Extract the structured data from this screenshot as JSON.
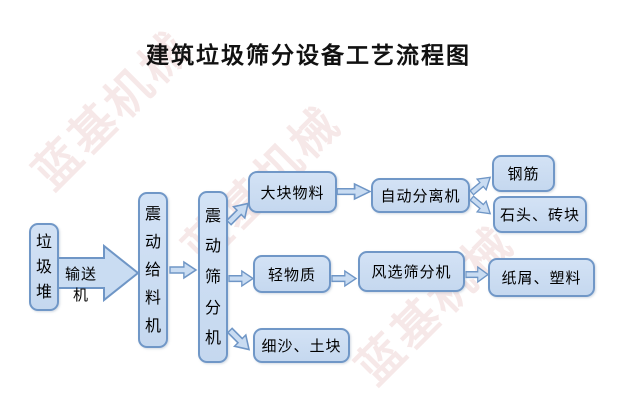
{
  "title": "建筑垃圾筛分设备工艺流程图",
  "watermark": {
    "text": "蓝基机械"
  },
  "colors": {
    "box_fill": "#c9dcf2",
    "box_border": "#7097c7",
    "watermark_pink": "#d69694",
    "background": "#ffffff"
  },
  "conveyor_arrow_label": "输送机",
  "nodes": {
    "waste_pile": "垃圾堆",
    "vibrating_feeder": "震动给料机",
    "vibrating_screen": "震动筛分机",
    "large_material": "大块物料",
    "auto_separator": "自动分离机",
    "steel_bar": "钢筋",
    "stone_brick": "石头、砖块",
    "light_material": "轻物质",
    "air_screen": "风选筛分机",
    "paper_plastic": "纸屑、塑料",
    "fine_sand": "细沙、土块"
  }
}
